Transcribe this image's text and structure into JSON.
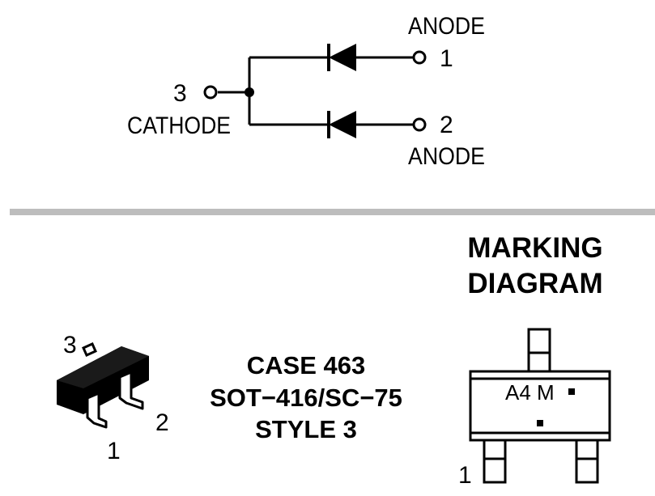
{
  "schematic": {
    "pin1_label": "ANODE",
    "pin1_number": "1",
    "pin2_label": "ANODE",
    "pin2_number": "2",
    "pin3_number": "3",
    "pin3_label": "CATHODE"
  },
  "package": {
    "pin3": "3",
    "pin2": "2",
    "pin1": "1",
    "case_line1": "CASE 463",
    "case_line2": "SOT−416/SC−75",
    "case_line3": "STYLE 3"
  },
  "marking": {
    "title_line1": "MARKING",
    "title_line2": "DIAGRAM",
    "code": "A4 M",
    "pin1": "1"
  },
  "colors": {
    "line": "#000000",
    "divider": "#bdbdbd"
  }
}
